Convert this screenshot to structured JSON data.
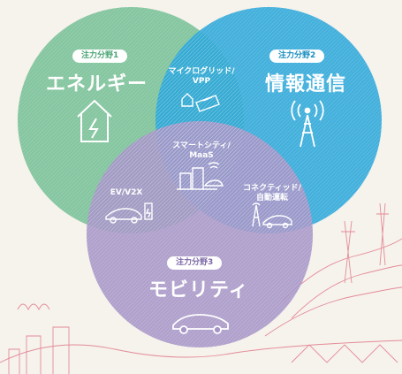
{
  "colors": {
    "energy": "#7cc39a",
    "ict": "#2aa6da",
    "mobility": "#a695c7",
    "background": "#f6f2ec",
    "cityline": "#e07a8a"
  },
  "areas": [
    {
      "badge": "注力分野1",
      "title": "エネルギー",
      "icon": "house-lightning-icon"
    },
    {
      "badge": "注力分野2",
      "title": "情報通信",
      "icon": "radio-tower-icon"
    },
    {
      "badge": "注力分野3",
      "title": "モビリティ",
      "icon": "car-icon"
    }
  ],
  "overlaps": {
    "energy_ict": {
      "line1": "マイクログリッド/",
      "line2": "VPP",
      "icon": "microgrid-icon"
    },
    "center": {
      "line1": "スマートシティ/",
      "line2": "MaaS",
      "icon": "smart-city-icon"
    },
    "energy_mobility": {
      "line1": "EV/V2X",
      "icon": "ev-charger-icon"
    },
    "ict_mobility": {
      "line1": "コネクティッド/",
      "line2": "自動運転",
      "icon": "connected-car-icon"
    }
  }
}
